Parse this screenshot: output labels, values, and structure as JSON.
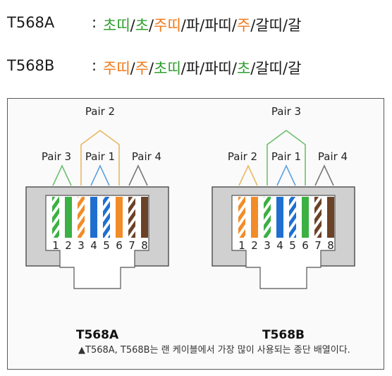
{
  "standards": [
    {
      "name": "T568A",
      "colon": ":",
      "sequence": [
        {
          "text": "초띠",
          "color": "green"
        },
        {
          "text": "/",
          "color": "plain"
        },
        {
          "text": "초",
          "color": "green"
        },
        {
          "text": "/",
          "color": "plain"
        },
        {
          "text": "주띠",
          "color": "orange"
        },
        {
          "text": "/파/파띠/",
          "color": "plain"
        },
        {
          "text": "주",
          "color": "orange"
        },
        {
          "text": "/갈띠/갈",
          "color": "plain"
        }
      ]
    },
    {
      "name": "T568B",
      "colon": ":",
      "sequence": [
        {
          "text": "주띠",
          "color": "orange"
        },
        {
          "text": "/",
          "color": "plain"
        },
        {
          "text": "주",
          "color": "orange"
        },
        {
          "text": "/",
          "color": "plain"
        },
        {
          "text": "초띠",
          "color": "green"
        },
        {
          "text": "/파/파띠/",
          "color": "plain"
        },
        {
          "text": "초",
          "color": "green"
        },
        {
          "text": "/갈띠/갈",
          "color": "plain"
        }
      ]
    }
  ],
  "diagram": {
    "connectors": [
      {
        "title": "T568A",
        "pairs": {
          "top": "Pair 2",
          "left": "Pair 3",
          "mid": "Pair 1",
          "right": "Pair 4"
        },
        "pins": [
          "1",
          "2",
          "3",
          "4",
          "5",
          "6",
          "7",
          "8"
        ],
        "wires": [
          {
            "color": "#3cb043",
            "striped": true
          },
          {
            "color": "#3cb043",
            "striped": false
          },
          {
            "color": "#f28c28",
            "striped": true
          },
          {
            "color": "#1f6fd1",
            "striped": false
          },
          {
            "color": "#1f6fd1",
            "striped": true
          },
          {
            "color": "#f28c28",
            "striped": false
          },
          {
            "color": "#6b4226",
            "striped": true
          },
          {
            "color": "#6b4226",
            "striped": false
          }
        ]
      },
      {
        "title": "T568B",
        "pairs": {
          "top": "Pair 3",
          "left": "Pair 2",
          "mid": "Pair 1",
          "right": "Pair 4"
        },
        "pins": [
          "1",
          "2",
          "3",
          "4",
          "5",
          "6",
          "7",
          "8"
        ],
        "wires": [
          {
            "color": "#f28c28",
            "striped": true
          },
          {
            "color": "#f28c28",
            "striped": false
          },
          {
            "color": "#3cb043",
            "striped": true
          },
          {
            "color": "#1f6fd1",
            "striped": false
          },
          {
            "color": "#1f6fd1",
            "striped": true
          },
          {
            "color": "#3cb043",
            "striped": false
          },
          {
            "color": "#6b4226",
            "striped": true
          },
          {
            "color": "#6b4226",
            "striped": false
          }
        ]
      }
    ],
    "caption": "▲T568A, T568B는 랜 케이블에서 가장 많이 사용되는 종단 배열이다."
  },
  "colors": {
    "green": "#2f9e2f",
    "orange": "#f07818",
    "connector_fill": "#d0d0d0",
    "connector_stroke": "#555555",
    "green_pair": "#6cc070",
    "orange_pair": "#e8b860",
    "blue_pair": "#5aa0e0",
    "brown_pair": "#777777"
  }
}
